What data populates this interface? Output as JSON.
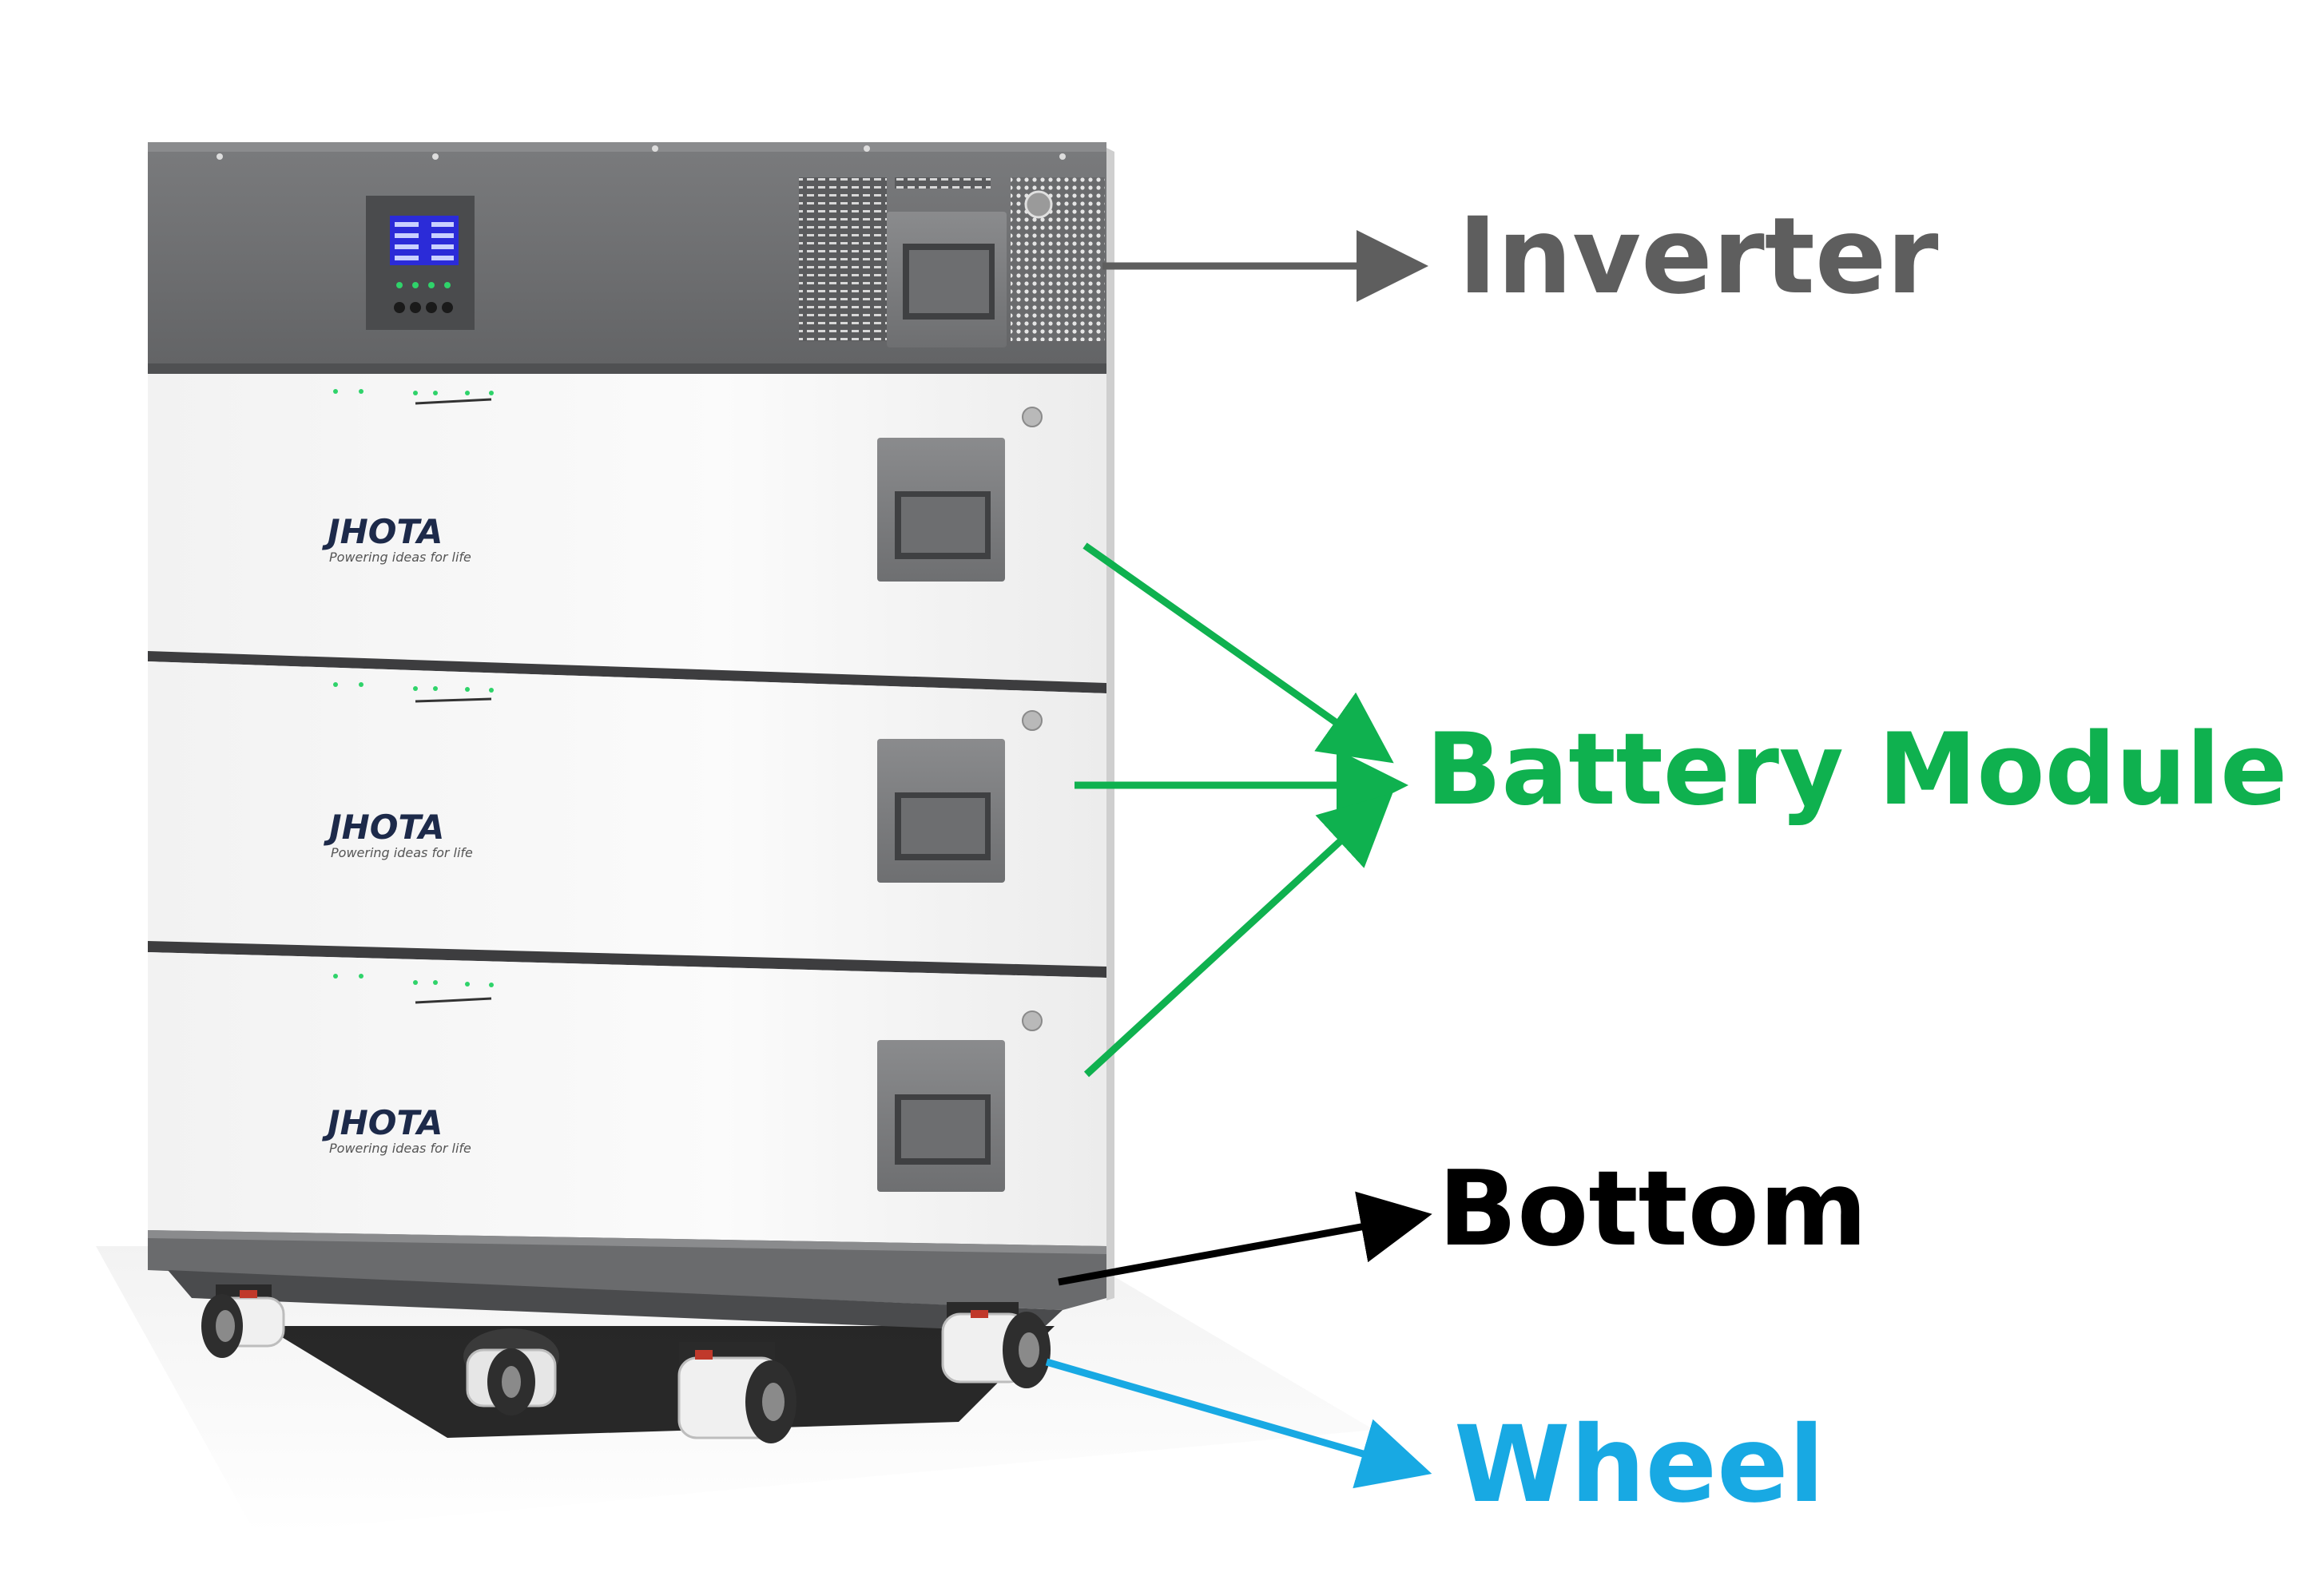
{
  "product": {
    "brand_logo": "JHOTA",
    "brand_tagline": "Powering ideas for life"
  },
  "callouts": {
    "inverter": {
      "label": "Inverter",
      "color": "#5e5e5e"
    },
    "battery_module": {
      "label": "Battery Module",
      "color": "#0fb14f"
    },
    "bottom": {
      "label": "Bottom",
      "color": "#000000"
    },
    "wheel": {
      "label": "Wheel",
      "color": "#18a9e3"
    }
  },
  "colors": {
    "cabinet_dark": "#6f7072",
    "module_white": "#f7f7f7",
    "lcd_blue": "#2b2bd8",
    "led_green": "#2fd36a"
  }
}
